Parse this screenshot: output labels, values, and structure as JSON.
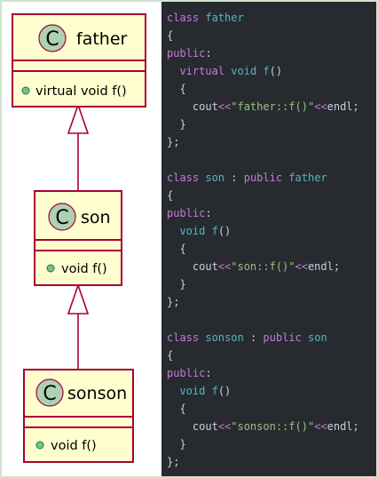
{
  "diagram": {
    "classes": [
      {
        "id": "father",
        "icon_letter": "C",
        "name": "father",
        "method": "virtual void f()"
      },
      {
        "id": "son",
        "icon_letter": "C",
        "name": "son",
        "method": "void f()"
      },
      {
        "id": "sonson",
        "icon_letter": "C",
        "name": "sonson",
        "method": "void f()"
      }
    ],
    "relations": [
      {
        "from": "son",
        "to": "father",
        "type": "inheritance"
      },
      {
        "from": "sonson",
        "to": "son",
        "type": "inheritance"
      }
    ]
  },
  "code": {
    "lines": [
      [
        {
          "t": "class ",
          "c": "kw"
        },
        {
          "t": "father",
          "c": "ty"
        }
      ],
      [
        {
          "t": "{",
          "c": "pl"
        }
      ],
      [
        {
          "t": "public",
          "c": "kw"
        },
        {
          "t": ":",
          "c": "pl"
        }
      ],
      [
        {
          "t": "  ",
          "c": "pl"
        },
        {
          "t": "virtual",
          "c": "kw"
        },
        {
          "t": " ",
          "c": "pl"
        },
        {
          "t": "void",
          "c": "ty"
        },
        {
          "t": " ",
          "c": "pl"
        },
        {
          "t": "f",
          "c": "ty"
        },
        {
          "t": "()",
          "c": "pl"
        }
      ],
      [
        {
          "t": "  {",
          "c": "pl"
        }
      ],
      [
        {
          "t": "    cout",
          "c": "pl"
        },
        {
          "t": "<<",
          "c": "op"
        },
        {
          "t": "\"father::f()\"",
          "c": "st"
        },
        {
          "t": "<<",
          "c": "op"
        },
        {
          "t": "endl;",
          "c": "pl"
        }
      ],
      [
        {
          "t": "  }",
          "c": "pl"
        }
      ],
      [
        {
          "t": "};",
          "c": "pl"
        }
      ],
      [
        {
          "t": "",
          "c": "pl"
        }
      ],
      [
        {
          "t": "class ",
          "c": "kw"
        },
        {
          "t": "son",
          "c": "ty"
        },
        {
          "t": " : ",
          "c": "pl"
        },
        {
          "t": "public",
          "c": "kw"
        },
        {
          "t": " ",
          "c": "pl"
        },
        {
          "t": "father",
          "c": "ty"
        }
      ],
      [
        {
          "t": "{",
          "c": "pl"
        }
      ],
      [
        {
          "t": "public",
          "c": "kw"
        },
        {
          "t": ":",
          "c": "pl"
        }
      ],
      [
        {
          "t": "  ",
          "c": "pl"
        },
        {
          "t": "void",
          "c": "ty"
        },
        {
          "t": " ",
          "c": "pl"
        },
        {
          "t": "f",
          "c": "ty"
        },
        {
          "t": "()",
          "c": "pl"
        }
      ],
      [
        {
          "t": "  {",
          "c": "pl"
        }
      ],
      [
        {
          "t": "    cout",
          "c": "pl"
        },
        {
          "t": "<<",
          "c": "op"
        },
        {
          "t": "\"son::f()\"",
          "c": "st"
        },
        {
          "t": "<<",
          "c": "op"
        },
        {
          "t": "endl;",
          "c": "pl"
        }
      ],
      [
        {
          "t": "  }",
          "c": "pl"
        }
      ],
      [
        {
          "t": "};",
          "c": "pl"
        }
      ],
      [
        {
          "t": "",
          "c": "pl"
        }
      ],
      [
        {
          "t": "class ",
          "c": "kw"
        },
        {
          "t": "sonson",
          "c": "ty"
        },
        {
          "t": " : ",
          "c": "pl"
        },
        {
          "t": "public",
          "c": "kw"
        },
        {
          "t": " ",
          "c": "pl"
        },
        {
          "t": "son",
          "c": "ty"
        }
      ],
      [
        {
          "t": "{",
          "c": "pl"
        }
      ],
      [
        {
          "t": "public",
          "c": "kw"
        },
        {
          "t": ":",
          "c": "pl"
        }
      ],
      [
        {
          "t": "  ",
          "c": "pl"
        },
        {
          "t": "void",
          "c": "ty"
        },
        {
          "t": " ",
          "c": "pl"
        },
        {
          "t": "f",
          "c": "ty"
        },
        {
          "t": "()",
          "c": "pl"
        }
      ],
      [
        {
          "t": "  {",
          "c": "pl"
        }
      ],
      [
        {
          "t": "    cout",
          "c": "pl"
        },
        {
          "t": "<<",
          "c": "op"
        },
        {
          "t": "\"sonson::f()\"",
          "c": "st"
        },
        {
          "t": "<<",
          "c": "op"
        },
        {
          "t": "endl;",
          "c": "pl"
        }
      ],
      [
        {
          "t": "  }",
          "c": "pl"
        }
      ],
      [
        {
          "t": "};",
          "c": "pl"
        }
      ]
    ]
  },
  "colors": {
    "class_fill": "#fefece",
    "class_border": "#a80036",
    "class_icon": "#add1b2",
    "method_dot": "#84be84",
    "code_bg": "#272b30",
    "keyword": "#c678dd",
    "type": "#56b6c2",
    "string": "#98c379"
  }
}
